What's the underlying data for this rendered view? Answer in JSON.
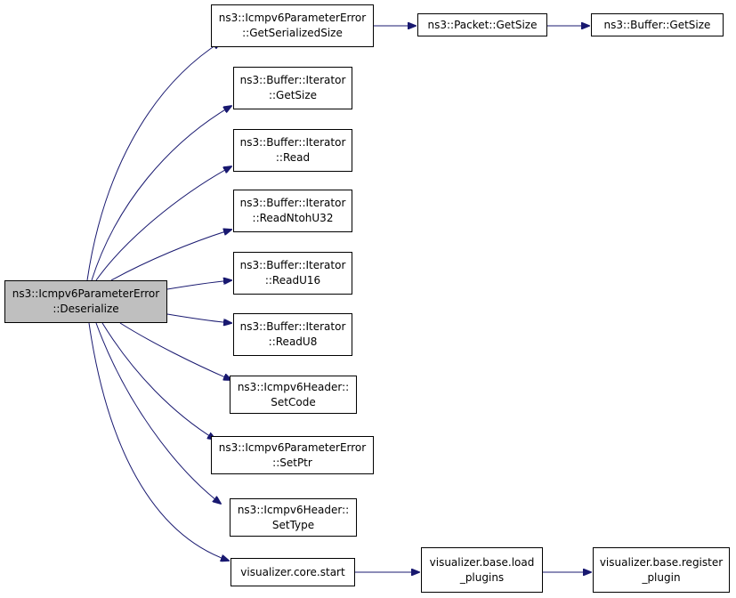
{
  "colors": {
    "edge": "#191970",
    "node_border": "#000000",
    "root_fill": "#bfbfbf",
    "node_fill": "#ffffff"
  },
  "nodes": [
    {
      "id": "root",
      "name": "node-icmpv6parametererror-deserialize",
      "lines": [
        "ns3::Icmpv6ParameterError",
        "::Deserialize"
      ],
      "root": true
    },
    {
      "id": "getserializedsize",
      "name": "node-icmpv6parametererror-getserializedsize",
      "lines": [
        "ns3::Icmpv6ParameterError",
        "::GetSerializedSize"
      ]
    },
    {
      "id": "packet-getsize",
      "name": "node-packet-getsize",
      "lines": [
        "ns3::Packet::GetSize"
      ]
    },
    {
      "id": "buffer-getsize",
      "name": "node-buffer-getsize",
      "lines": [
        "ns3::Buffer::GetSize"
      ]
    },
    {
      "id": "iter-getsize",
      "name": "node-buffer-iterator-getsize",
      "lines": [
        "ns3::Buffer::Iterator",
        "::GetSize"
      ]
    },
    {
      "id": "iter-read",
      "name": "node-buffer-iterator-read",
      "lines": [
        "ns3::Buffer::Iterator",
        "::Read"
      ]
    },
    {
      "id": "iter-readntohu32",
      "name": "node-buffer-iterator-readntohu32",
      "lines": [
        "ns3::Buffer::Iterator",
        "::ReadNtohU32"
      ]
    },
    {
      "id": "iter-readu16",
      "name": "node-buffer-iterator-readu16",
      "lines": [
        "ns3::Buffer::Iterator",
        "::ReadU16"
      ]
    },
    {
      "id": "iter-readu8",
      "name": "node-buffer-iterator-readu8",
      "lines": [
        "ns3::Buffer::Iterator",
        "::ReadU8"
      ]
    },
    {
      "id": "setcode",
      "name": "node-icmpv6header-setcode",
      "lines": [
        "ns3::Icmpv6Header::",
        "SetCode"
      ]
    },
    {
      "id": "setptr",
      "name": "node-icmpv6parametererror-setptr",
      "lines": [
        "ns3::Icmpv6ParameterError",
        "::SetPtr"
      ]
    },
    {
      "id": "settype",
      "name": "node-icmpv6header-settype",
      "lines": [
        "ns3::Icmpv6Header::",
        "SetType"
      ]
    },
    {
      "id": "core-start",
      "name": "node-visualizer-core-start",
      "lines": [
        "visualizer.core.start"
      ]
    },
    {
      "id": "load-plugins",
      "name": "node-visualizer-base-load-plugins",
      "lines": [
        "visualizer.base.load",
        "_plugins"
      ]
    },
    {
      "id": "register-plugin",
      "name": "node-visualizer-base-register-plugin",
      "lines": [
        "visualizer.base.register",
        "_plugin"
      ]
    }
  ],
  "edges": [
    [
      "root",
      "getserializedsize"
    ],
    [
      "getserializedsize",
      "packet-getsize"
    ],
    [
      "packet-getsize",
      "buffer-getsize"
    ],
    [
      "root",
      "iter-getsize"
    ],
    [
      "root",
      "iter-read"
    ],
    [
      "root",
      "iter-readntohu32"
    ],
    [
      "root",
      "iter-readu16"
    ],
    [
      "root",
      "iter-readu8"
    ],
    [
      "root",
      "setcode"
    ],
    [
      "root",
      "setptr"
    ],
    [
      "root",
      "settype"
    ],
    [
      "root",
      "core-start"
    ],
    [
      "core-start",
      "load-plugins"
    ],
    [
      "load-plugins",
      "register-plugin"
    ]
  ]
}
